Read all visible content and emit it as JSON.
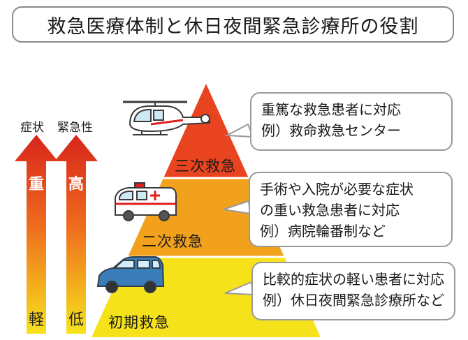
{
  "title": "救急医療体制と休日夜間緊急診療所の役割",
  "arrows": {
    "symptom": {
      "header": "症状",
      "top": "重",
      "bottom": "軽"
    },
    "urgency": {
      "header": "緊急性",
      "top": "高",
      "bottom": "低"
    }
  },
  "tiers": [
    {
      "label": "三次救急",
      "vehicle": "helicopter-icon",
      "color": "#e8441f",
      "callout": [
        "重篤な救急患者に対応",
        "例）救命救急センター"
      ]
    },
    {
      "label": "二次救急",
      "vehicle": "ambulance-icon",
      "color": "#f2a11c",
      "callout": [
        "手術や入院が必要な症状",
        "の重い救急患者に対応",
        "例）病院輪番制など"
      ]
    },
    {
      "label": "初期救急",
      "vehicle": "car-icon",
      "color": "#f5e21a",
      "callout": [
        "比較的症状の軽い患者に対応",
        "例）休日夜間緊急診療所など"
      ]
    }
  ]
}
